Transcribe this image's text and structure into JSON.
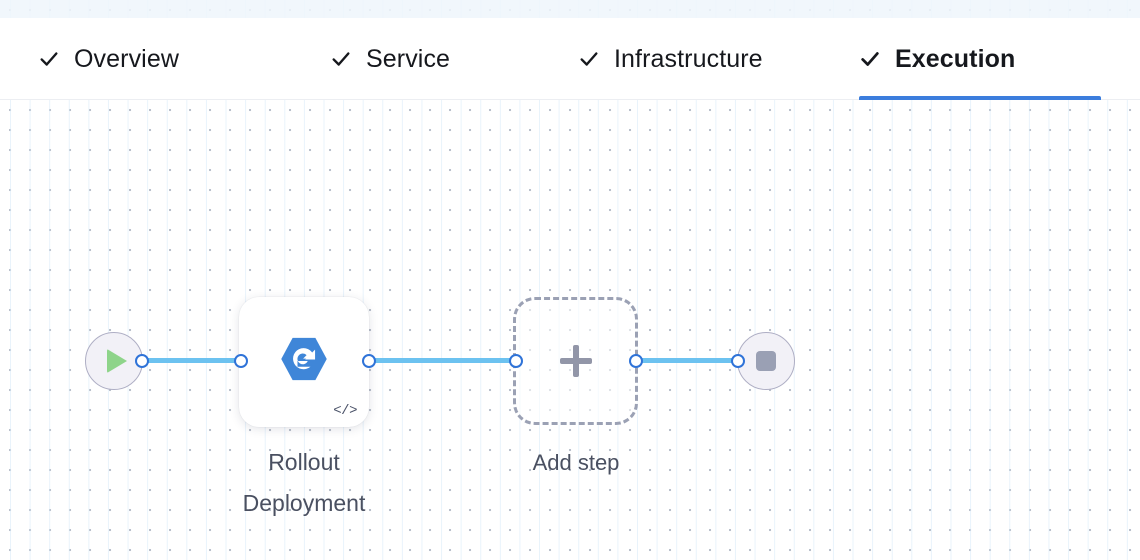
{
  "header": {
    "tabs": [
      {
        "label": "Overview",
        "icon": "check-icon",
        "complete": true,
        "active": false
      },
      {
        "label": "Service",
        "icon": "check-icon",
        "complete": true,
        "active": false
      },
      {
        "label": "Infrastructure",
        "icon": "check-icon",
        "complete": true,
        "active": false
      },
      {
        "label": "Execution",
        "icon": "check-icon",
        "complete": true,
        "active": true
      }
    ],
    "active_tab": "Execution",
    "active_underline_color": "#3b7ddd"
  },
  "canvas": {
    "background": "dot-grid",
    "grid_dot_color": "#b9c0cc",
    "grid_line_color": "#d6e9f8"
  },
  "pipeline": {
    "connector_color": "#6cc2f0",
    "port_color": "#2f73d8",
    "nodes": [
      {
        "id": "start",
        "type": "start-node",
        "icon": "play-icon",
        "icon_color": "#8ed48a",
        "label": ""
      },
      {
        "id": "rollout-deployment",
        "type": "step-node",
        "icon": "rollout-deployment-icon",
        "icon_color": "#3f86d8",
        "badge_icon": "code-icon",
        "badge_text": "</>",
        "label": "Rollout Deployment"
      },
      {
        "id": "add-step",
        "type": "add-step-placeholder",
        "icon": "plus-icon",
        "icon_color": "#9296a8",
        "label": "Add step"
      },
      {
        "id": "end",
        "type": "end-node",
        "icon": "stop-icon",
        "icon_color": "#9aa0b4",
        "label": ""
      }
    ]
  }
}
